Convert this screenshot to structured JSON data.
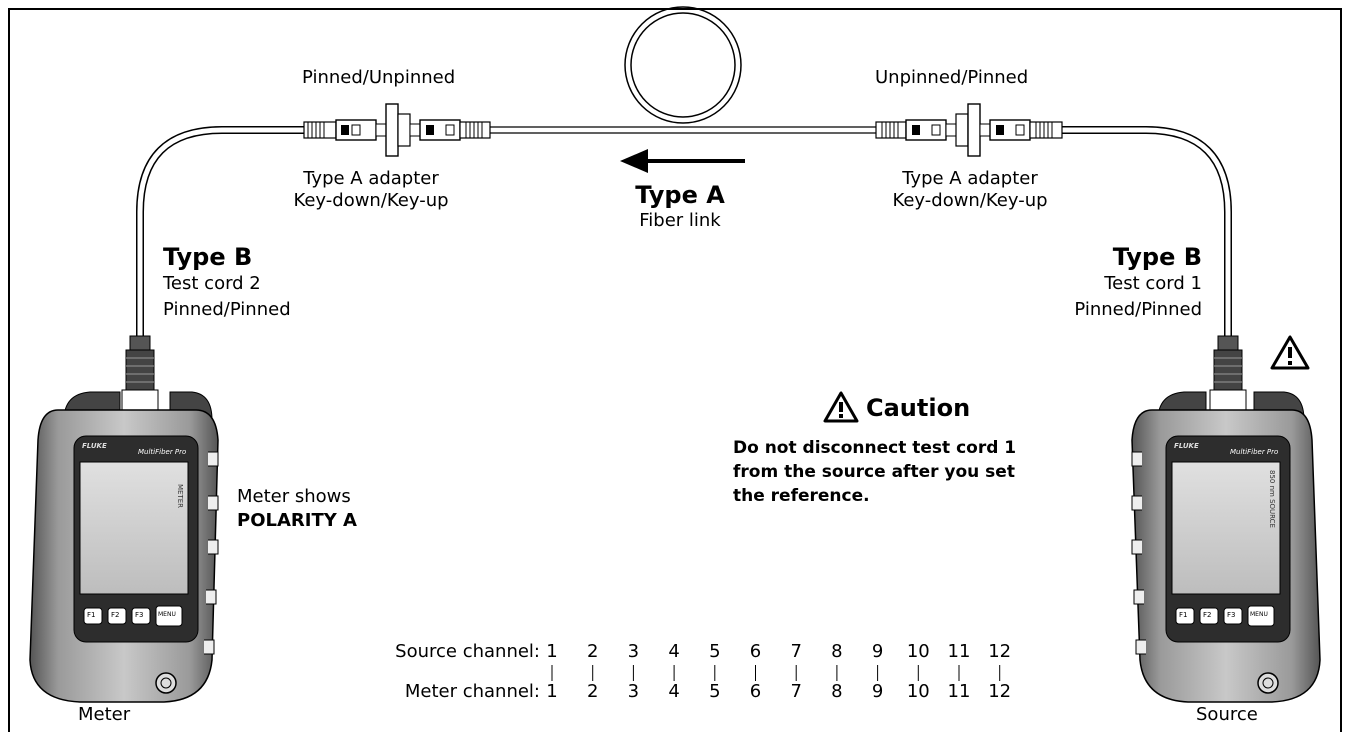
{
  "labels": {
    "left_connector_top": "Pinned/Unpinned",
    "right_connector_top": "Unpinned/Pinned",
    "left_adapter_line1": "Type A adapter",
    "left_adapter_line2": "Key-down/Key-up",
    "right_adapter_line1": "Type A adapter",
    "right_adapter_line2": "Key-down/Key-up",
    "link_type": "Type A",
    "link_name": "Fiber link",
    "left_cord_type": "Type B",
    "left_cord_name": "Test cord 2",
    "left_cord_pins": "Pinned/Pinned",
    "right_cord_type": "Type B",
    "right_cord_name": "Test cord 1",
    "right_cord_pins": "Pinned/Pinned",
    "meter_shows_line1": "Meter shows",
    "meter_shows_line2": "POLARITY A",
    "meter_device": "Meter",
    "source_device": "Source"
  },
  "caution": {
    "title": "Caution",
    "body": "Do not disconnect test cord 1 from the source after you set the reference."
  },
  "channels": {
    "source_label": "Source channel:",
    "meter_label": "Meter channel:",
    "source": [
      "1",
      "2",
      "3",
      "4",
      "5",
      "6",
      "7",
      "8",
      "9",
      "10",
      "11",
      "12"
    ],
    "meter": [
      "1",
      "2",
      "3",
      "4",
      "5",
      "6",
      "7",
      "8",
      "9",
      "10",
      "11",
      "12"
    ]
  },
  "devices": {
    "meter": {
      "brand": "FLUKE",
      "model": "MultiFiber Pro",
      "screen_side": "METER",
      "buttons": [
        "F1",
        "F2",
        "F3",
        "MENU"
      ]
    },
    "source": {
      "brand": "FLUKE",
      "model": "MultiFiber Pro",
      "screen_side": "850 nm  SOURCE",
      "buttons": [
        "F1",
        "F2",
        "F3",
        "MENU"
      ]
    }
  }
}
